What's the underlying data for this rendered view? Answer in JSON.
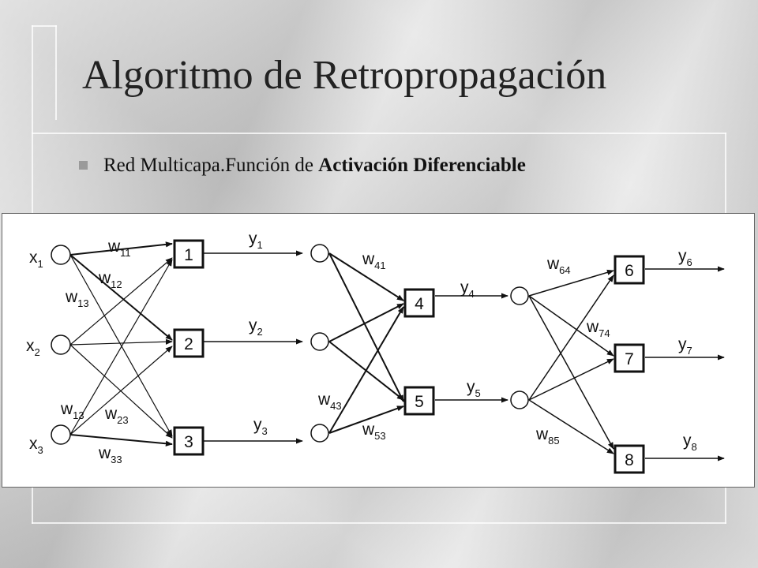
{
  "slide": {
    "title": "Algoritmo de Retropropagación",
    "bullet": {
      "prefix": "Red Multicapa.Función  de ",
      "emphasis": "Activación Diferenciable"
    }
  },
  "diagram": {
    "inputs": [
      {
        "id": "x1",
        "base": "x",
        "sub": "1"
      },
      {
        "id": "x2",
        "base": "x",
        "sub": "2"
      },
      {
        "id": "x3",
        "base": "x",
        "sub": "3"
      }
    ],
    "hidden_layer_1": [
      {
        "id": "1",
        "label": "1"
      },
      {
        "id": "2",
        "label": "2"
      },
      {
        "id": "3",
        "label": "3"
      }
    ],
    "hidden_layer_2": [
      {
        "id": "4",
        "label": "4"
      },
      {
        "id": "5",
        "label": "5"
      }
    ],
    "output_layer": [
      {
        "id": "6",
        "label": "6"
      },
      {
        "id": "7",
        "label": "7"
      },
      {
        "id": "8",
        "label": "8"
      }
    ],
    "outputs": [
      {
        "id": "y1",
        "base": "y",
        "sub": "1"
      },
      {
        "id": "y2",
        "base": "y",
        "sub": "2"
      },
      {
        "id": "y3",
        "base": "y",
        "sub": "3"
      },
      {
        "id": "y4",
        "base": "y",
        "sub": "4"
      },
      {
        "id": "y5",
        "base": "y",
        "sub": "5"
      },
      {
        "id": "y6",
        "base": "y",
        "sub": "6"
      },
      {
        "id": "y7",
        "base": "y",
        "sub": "7"
      },
      {
        "id": "y8",
        "base": "y",
        "sub": "8"
      }
    ],
    "weights": [
      {
        "id": "w11",
        "base": "w",
        "sub": "11"
      },
      {
        "id": "w12",
        "base": "w",
        "sub": "12"
      },
      {
        "id": "w13a",
        "base": "w",
        "sub": "13"
      },
      {
        "id": "w13b",
        "base": "w",
        "sub": "13"
      },
      {
        "id": "w23",
        "base": "w",
        "sub": "23"
      },
      {
        "id": "w33",
        "base": "w",
        "sub": "33"
      },
      {
        "id": "w41",
        "base": "w",
        "sub": "41"
      },
      {
        "id": "w43",
        "base": "w",
        "sub": "43"
      },
      {
        "id": "w53",
        "base": "w",
        "sub": "53"
      },
      {
        "id": "w64",
        "base": "w",
        "sub": "64"
      },
      {
        "id": "w74",
        "base": "w",
        "sub": "74"
      },
      {
        "id": "w85",
        "base": "w",
        "sub": "85"
      }
    ]
  }
}
